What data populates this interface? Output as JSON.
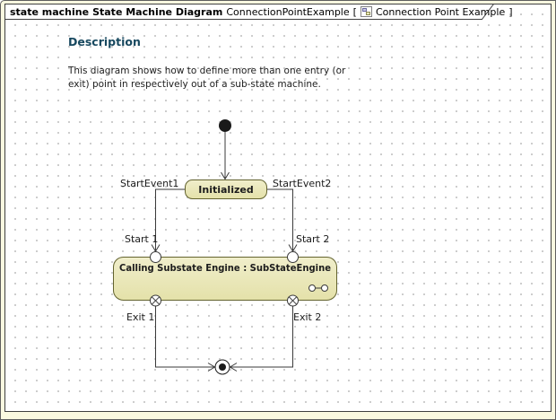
{
  "frame_header": {
    "keyword": "state machine",
    "diagram_type": "State Machine Diagram",
    "model": "ConnectionPointExample",
    "open_bracket": "[",
    "diagram_name": "Connection Point Example",
    "close_bracket": "]"
  },
  "description": {
    "title": "Description",
    "line1": "This diagram shows how to define more than one entry (or",
    "line2": "exit) point in respectively out of a sub-state machine."
  },
  "nodes": {
    "initialized_state": "Initialized",
    "substate_machine": "Calling Substate Engine : SubStateEngine"
  },
  "labels": {
    "start_event_1": "StartEvent1",
    "start_event_2": "StartEvent2",
    "start_1": "Start 1",
    "start_2": "Start 2",
    "exit_1": "Exit 1",
    "exit_2": "Exit 2"
  },
  "colors": {
    "window_bg": "#faf9e0",
    "canvas_bg": "#ffffff",
    "grid_dot": "#c9c9c9",
    "state_fill": "#e8e6b6",
    "state_border": "#63632f",
    "edge_stroke": "#3a3a3a",
    "description_title": "#17485f",
    "node_black": "#1a1a1a"
  }
}
